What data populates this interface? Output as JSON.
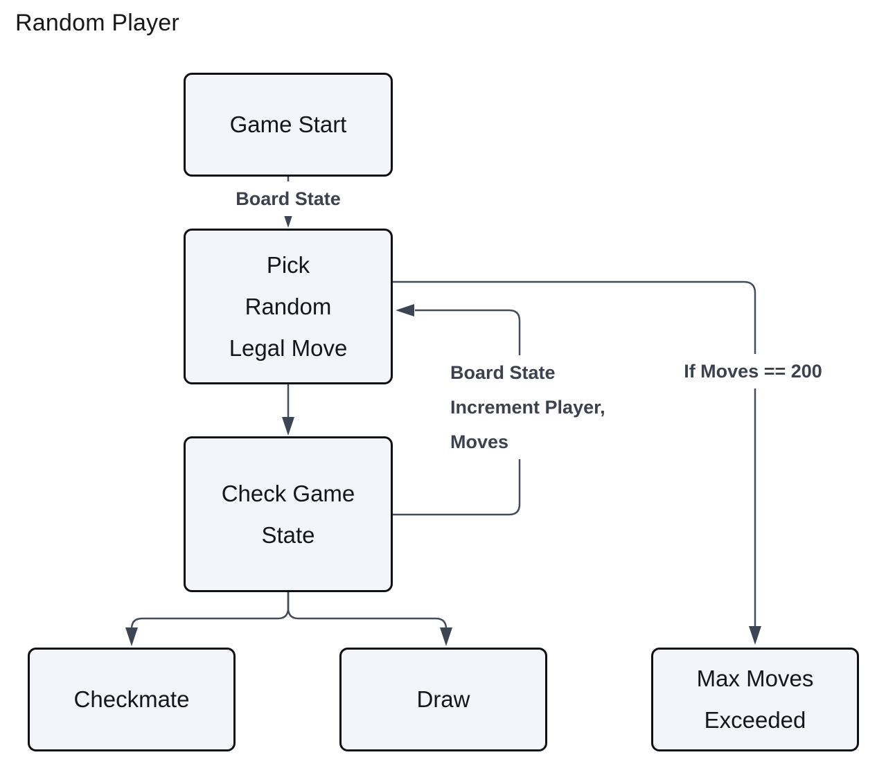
{
  "title": "Random Player",
  "diagram": {
    "nodes": {
      "game_start": {
        "label": "Game Start"
      },
      "pick_random_legal_move": {
        "lines": [
          "Pick",
          "Random",
          "Legal Move"
        ]
      },
      "check_game_state": {
        "lines": [
          "Check Game",
          "State"
        ]
      },
      "checkmate": {
        "label": "Checkmate"
      },
      "draw": {
        "label": "Draw"
      },
      "max_moves_exceeded": {
        "lines": [
          "Max Moves",
          "Exceeded"
        ]
      }
    },
    "edge_labels": {
      "board_state": {
        "label": "Board State"
      },
      "loop_back": {
        "lines": [
          "Board State",
          "Increment Player,",
          "Moves"
        ]
      },
      "max_moves_condition": {
        "label": "If Moves == 200"
      }
    }
  },
  "colors": {
    "background": "#ffffff",
    "node_fill": "#f4f4fb",
    "node_border": "#0d0f13",
    "node_text": "#14161a",
    "edge_line": "#424c5b",
    "arrowhead": "#3c4553",
    "edge_label_text": "#3b414d"
  }
}
